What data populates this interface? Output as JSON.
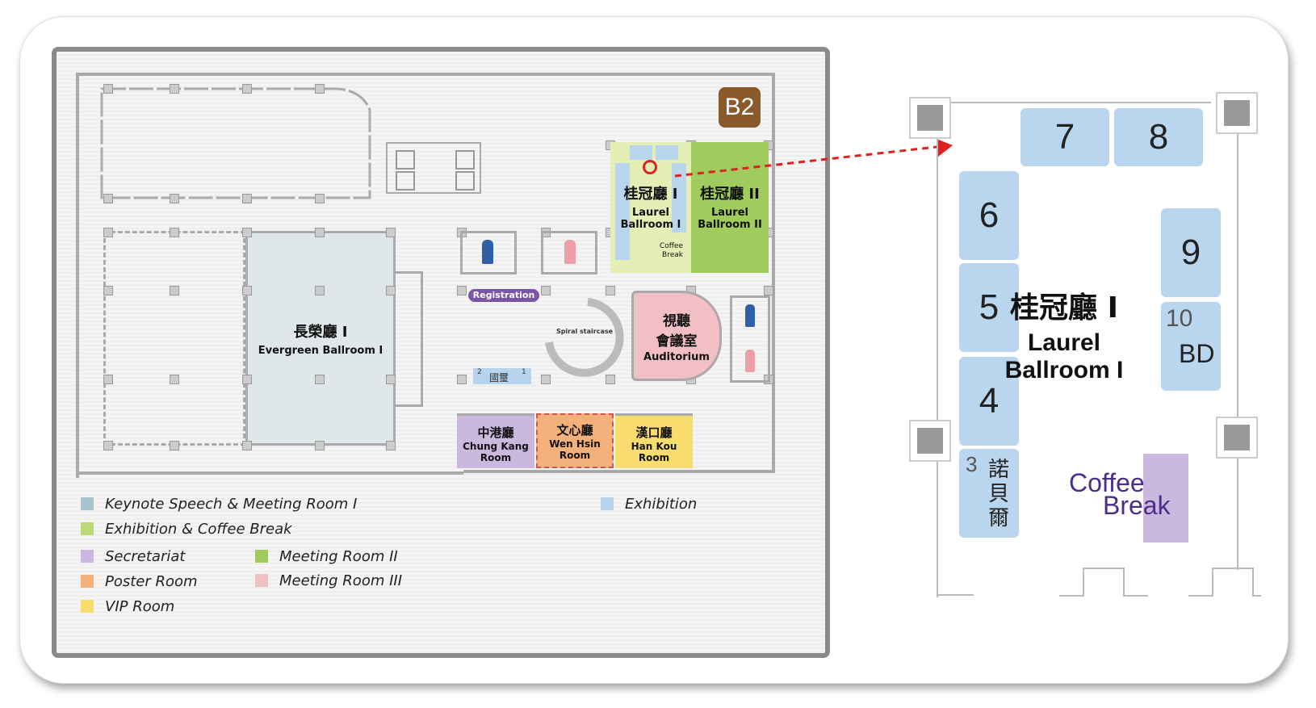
{
  "floor_badge": "B2",
  "rooms": {
    "evergreen": {
      "cn": "長榮廳 I",
      "en": "Evergreen Ballroom I"
    },
    "laurel1": {
      "cn": "桂冠廳 I",
      "en1": "Laurel",
      "en2": "Ballroom I"
    },
    "laurel2": {
      "cn": "桂冠廳 II",
      "en1": "Laurel",
      "en2": "Ballroom II"
    },
    "coffee_small": {
      "l1": "Coffee",
      "l2": "Break"
    },
    "auditorium": {
      "cn1": "視聽",
      "cn2": "會議室",
      "en": "Auditorium"
    },
    "chungkang": {
      "cn": "中港廳",
      "en1": "Chung Kang",
      "en2": "Room"
    },
    "wenhsin": {
      "cn": "文心廳",
      "en1": "Wen Hsin",
      "en2": "Room"
    },
    "hankou": {
      "cn": "漢口廳",
      "en1": "Han Kou",
      "en2": "Room"
    },
    "registration": "Registration",
    "spiral": "Spiral staircase",
    "guoguang": {
      "n2": "2",
      "cn": "國璽",
      "n1": "1"
    }
  },
  "legend": [
    {
      "label": "Keynote Speech & Meeting Room I",
      "color": "#a9c2d0"
    },
    {
      "label": "Exhibition & Coffee Break",
      "color": "#bcd97a"
    },
    {
      "label": "Secretariat",
      "color": "#cbb8de"
    },
    {
      "label": "Poster Room",
      "color": "#f3b07a"
    },
    {
      "label": "VIP Room",
      "color": "#f8dc6e"
    },
    {
      "label": "Meeting Room II",
      "color": "#9fcc5c"
    },
    {
      "label": "Meeting Room III",
      "color": "#f2c0c4"
    },
    {
      "label": "Exhibition",
      "color": "#b6d4ee"
    }
  ],
  "detail": {
    "title_cn": "桂冠廳 I",
    "title_en1": "Laurel",
    "title_en2": "Ballroom I",
    "booths": [
      "7",
      "8",
      "6",
      "9",
      "5",
      "10",
      "BD",
      "4",
      "3",
      "諾貝爾"
    ],
    "coffee1": "Coffee",
    "coffee2": "Break"
  }
}
